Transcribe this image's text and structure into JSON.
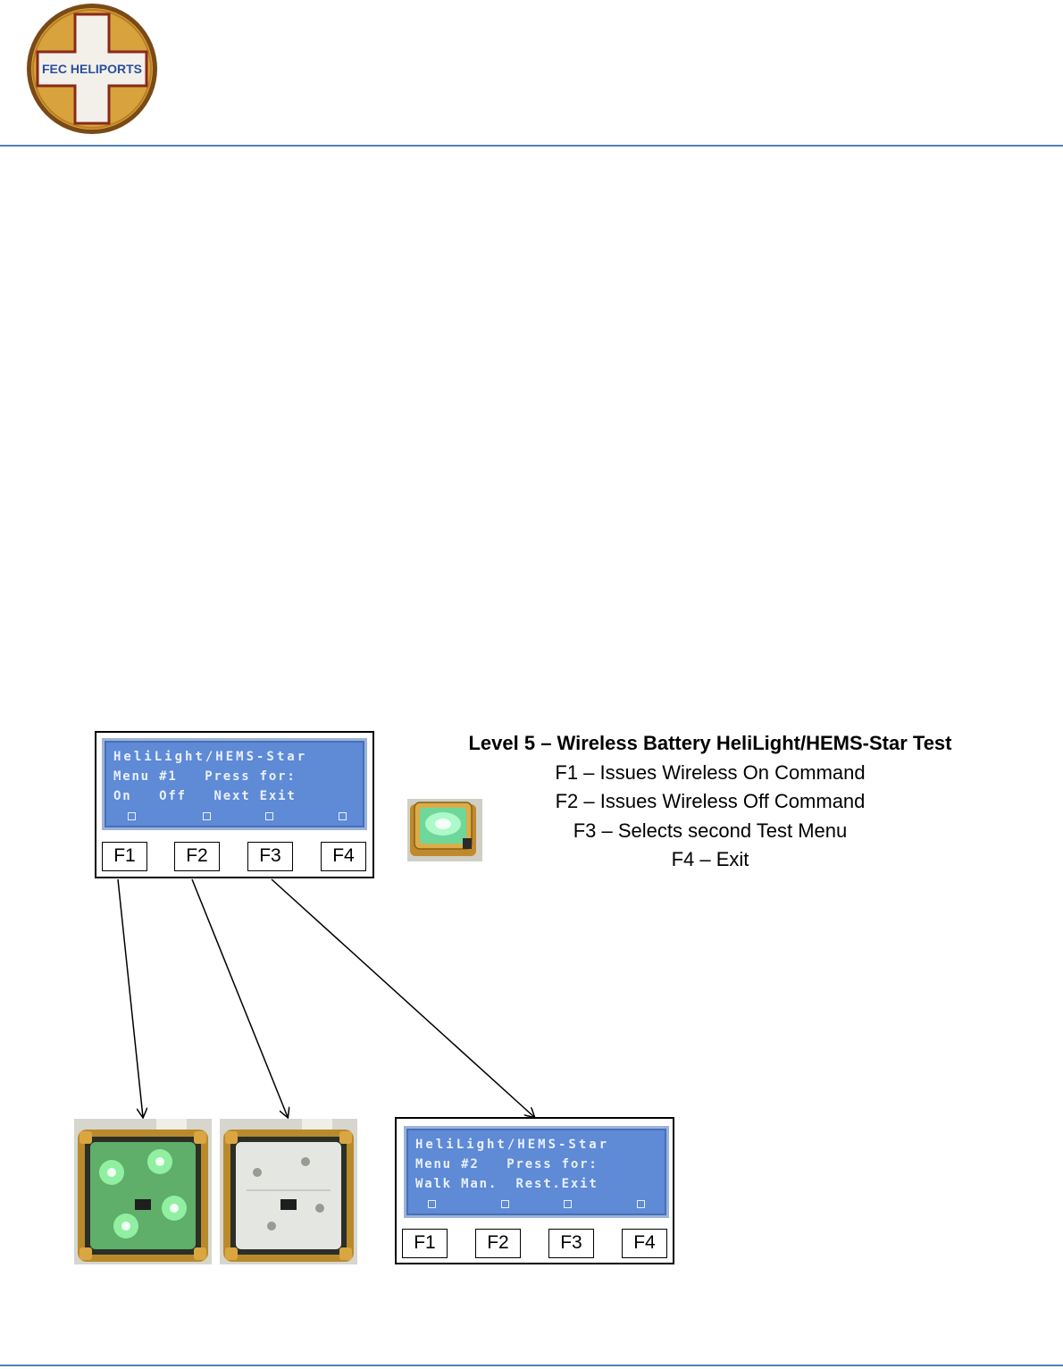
{
  "logo": {
    "text": "FEC HELIPORTS",
    "ring_color": "#8b5a1e",
    "fill_color": "#d8a33c",
    "cross_color": "#f3f0ea"
  },
  "accent_color": "#4f81bd",
  "description": {
    "title": "Level 5 – Wireless Battery HeliLight/HEMS-Star Test",
    "lines": [
      "F1 – Issues Wireless On Command",
      "F2 – Issues Wireless Off Command",
      "F3 – Selects second Test Menu",
      "F4 – Exit"
    ]
  },
  "menu1": {
    "lcd_lines": [
      "HeliLight/HEMS-Star",
      "Menu #1   Press for:",
      "On   Off   Next Exit"
    ],
    "keys": [
      "F1",
      "F2",
      "F3",
      "F4"
    ]
  },
  "menu2": {
    "lcd_lines": [
      "HeliLight/HEMS-Star",
      "Menu #2   Press for:",
      "Walk Man.  Rest.Exit"
    ],
    "keys": [
      "F1",
      "F2",
      "F3",
      "F4"
    ]
  },
  "photos": {
    "light_on": {
      "state": "on",
      "icon": "heliport-light-on-photo",
      "glow_color": "#4ee37a"
    },
    "light_off": {
      "state": "off",
      "icon": "heliport-light-off-photo"
    },
    "small_light": {
      "icon": "battery-helilight-photo"
    }
  }
}
